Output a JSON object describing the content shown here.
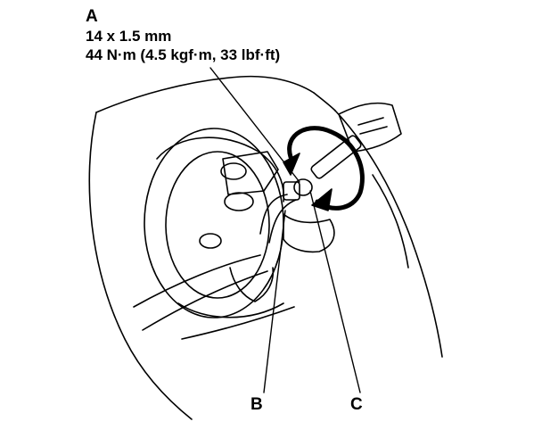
{
  "callouts": {
    "a": "A",
    "spec_size": "14 x 1.5 mm",
    "spec_torque": "44 N·m (4.5 kgf·m, 33 lbf·ft)",
    "b": "B",
    "c": "C"
  },
  "colors": {
    "line": "#000000",
    "background": "#ffffff"
  }
}
